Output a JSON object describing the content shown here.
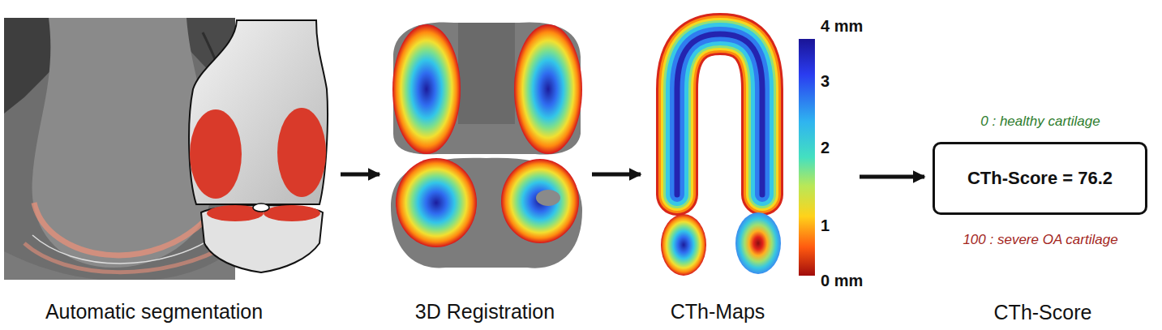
{
  "diagram": {
    "nodes": [
      {
        "text": [
          "Automatic segmentation"
        ]
      },
      {
        "text": [
          "3D Registration"
        ]
      },
      {
        "text": [
          "CTh-Maps"
        ]
      },
      {
        "text": [
          "CTh-Score = 76.2",
          "CTh-Score"
        ]
      }
    ],
    "edges": [
      {
        "from": 0,
        "to": 1,
        "arrow": "to"
      },
      {
        "from": 1,
        "to": 2,
        "arrow": "to"
      },
      {
        "from": 2,
        "to": 3,
        "arrow": "to"
      }
    ],
    "labels": [
      "4 mm",
      "3",
      "2",
      "1",
      "0 mm",
      "0 : healthy cartilage",
      "100 : severe OA cartilage"
    ]
  }
}
